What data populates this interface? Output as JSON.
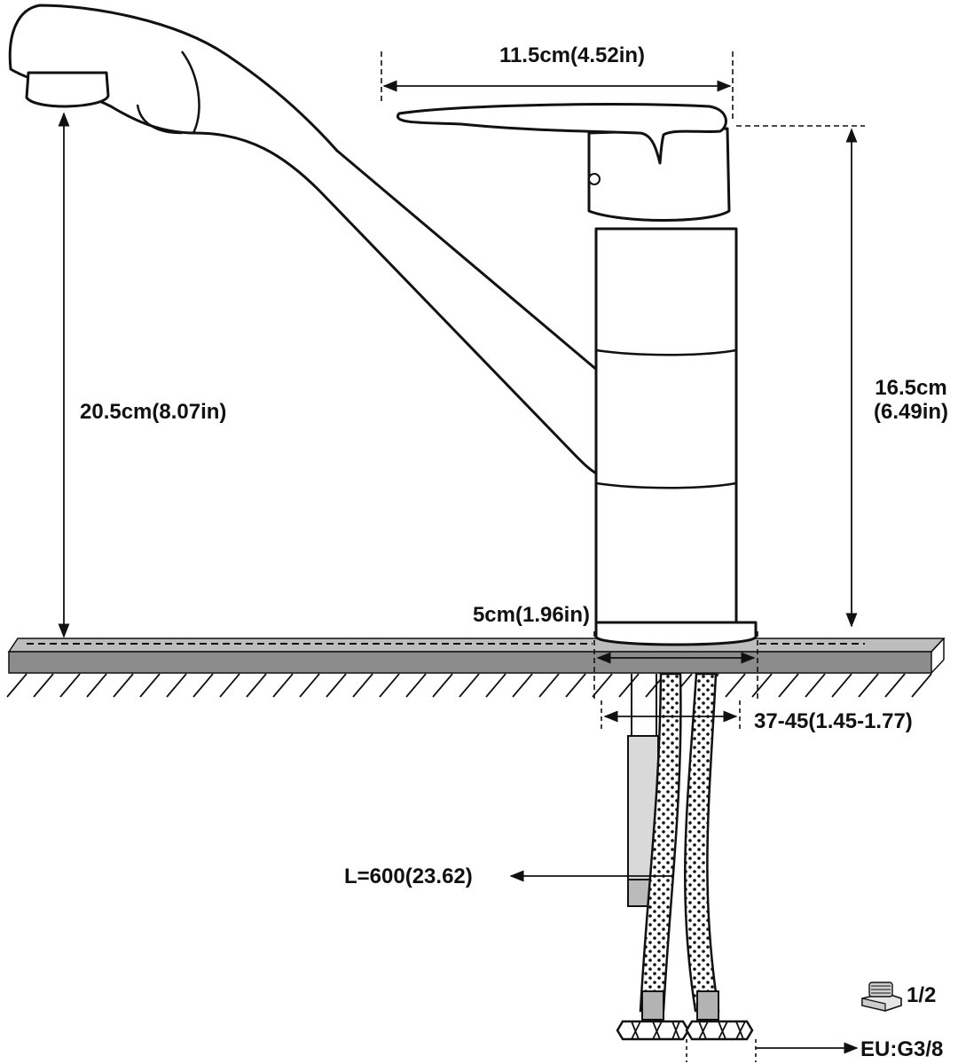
{
  "labels": {
    "handle_width": "11.5cm(4.52in)",
    "spout_height": "20.5cm(8.07in)",
    "body_height_cm": "16.5cm",
    "body_height_in": "(6.49in)",
    "base_diameter": "5cm(1.96in)",
    "countertop_thickness": "37-45(1.45-1.77)",
    "hose_length": "L=600(23.62)",
    "thread_size": "1/2",
    "eu_thread": "EU:G3/8"
  },
  "icons": {
    "thread_fitting": "hex-nut-icon"
  },
  "colors": {
    "line": "#111111",
    "countertop": "#8c8c8c",
    "countertop_edge": "#bdbdbd",
    "hose_fitting": "#b3b3b3"
  }
}
